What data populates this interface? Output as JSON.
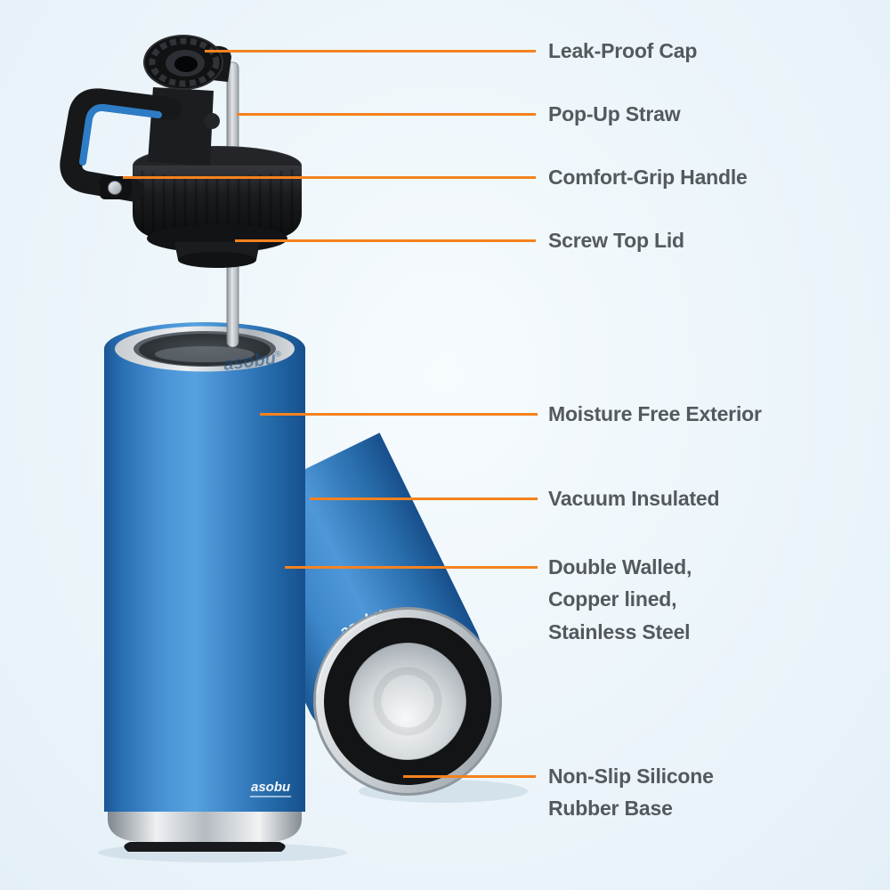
{
  "background": "#ecf5fa",
  "accent_color": "#f5821f",
  "brand": {
    "name": "asobu",
    "registered": "®"
  },
  "callouts": [
    {
      "id": "leak-proof-cap",
      "label": "Leak-Proof Cap"
    },
    {
      "id": "pop-up-straw",
      "label": "Pop-Up Straw"
    },
    {
      "id": "comfort-grip-handle",
      "label": "Comfort-Grip Handle"
    },
    {
      "id": "screw-top-lid",
      "label": "Screw Top Lid"
    },
    {
      "id": "moisture-free-exterior",
      "label": "Moisture Free Exterior"
    },
    {
      "id": "vacuum-insulated",
      "label": "Vacuum Insulated"
    },
    {
      "id": "double-walled",
      "label": "Double Walled,\nCopper lined,\nStainless Steel"
    },
    {
      "id": "non-slip-base",
      "label": "Non-Slip Silicone\nRubber Base"
    }
  ]
}
